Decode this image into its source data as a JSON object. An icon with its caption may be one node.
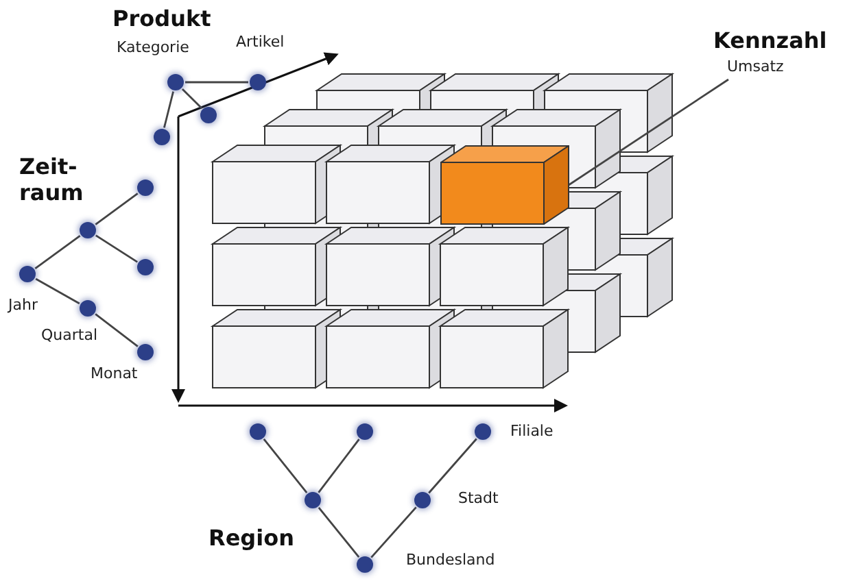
{
  "diagram": {
    "nodes": [
      {
        "text": [],
        "shape": "circle",
        "beside": [
          "Kategorie"
        ]
      },
      {
        "text": [],
        "shape": "circle",
        "beside": [
          "Artikel"
        ]
      },
      {
        "text": [],
        "shape": "circle"
      },
      {
        "text": [],
        "shape": "circle"
      },
      {
        "text": [
          "Umsatz"
        ]
      },
      {
        "text": [],
        "shape": "box"
      },
      {
        "text": [],
        "shape": "circle"
      },
      {
        "text": [],
        "shape": "circle"
      },
      {
        "text": [],
        "shape": "circle",
        "beside": [
          "Jahr"
        ]
      },
      {
        "text": [],
        "shape": "circle"
      },
      {
        "text": [],
        "shape": "circle",
        "beside": [
          "Quartal"
        ]
      },
      {
        "text": [],
        "shape": "circle",
        "beside": [
          "Monat"
        ]
      },
      {
        "text": [],
        "shape": "circle"
      },
      {
        "text": [],
        "shape": "circle"
      },
      {
        "text": [],
        "shape": "circle",
        "beside": [
          "Filiale"
        ]
      },
      {
        "text": [],
        "shape": "circle"
      },
      {
        "text": [],
        "shape": "circle",
        "beside": [
          "Stadt"
        ]
      },
      {
        "text": [],
        "shape": "circle",
        "beside": [
          "Bundesland"
        ]
      }
    ],
    "edges": [
      {
        "from": 0,
        "to": 1,
        "arrow": "none"
      },
      {
        "from": 0,
        "to": 2,
        "arrow": "none"
      },
      {
        "from": 0,
        "to": 3,
        "arrow": "none"
      },
      {
        "from": 4,
        "to": 5,
        "arrow": "other"
      },
      {
        "from": 8,
        "to": 7,
        "arrow": "none"
      },
      {
        "from": 7,
        "to": 6,
        "arrow": "none"
      },
      {
        "from": 7,
        "to": 9,
        "arrow": "none"
      },
      {
        "from": 8,
        "to": 10,
        "arrow": "none"
      },
      {
        "from": 10,
        "to": 11,
        "arrow": "none"
      },
      {
        "from": 17,
        "to": 15,
        "arrow": "none"
      },
      {
        "from": 15,
        "to": 12,
        "arrow": "none"
      },
      {
        "from": 15,
        "to": 13,
        "arrow": "none"
      },
      {
        "from": 17,
        "to": 16,
        "arrow": "none"
      },
      {
        "from": 16,
        "to": 14,
        "arrow": "none"
      }
    ],
    "labels": [
      "Produkt",
      "Kennzahl",
      "Zeit- raum",
      "Region"
    ]
  }
}
